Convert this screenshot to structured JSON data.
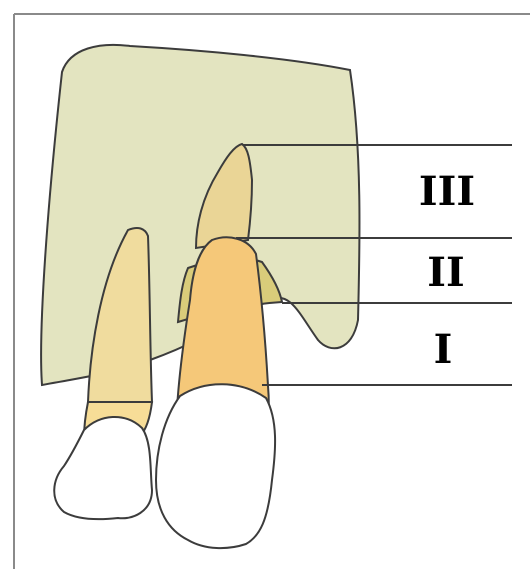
{
  "labels": {
    "zone_3": "III",
    "zone_2": "II",
    "zone_1": "I"
  },
  "colors": {
    "bone": "#e3e4c0",
    "root": "#f0dc9e",
    "root_deep": "#f5c879",
    "root_light": "#f7dd97",
    "follicle": "#d9cc7a",
    "crown": "#ffffff",
    "outline": "#3c3c3c",
    "frame": "#8a8a8a"
  }
}
